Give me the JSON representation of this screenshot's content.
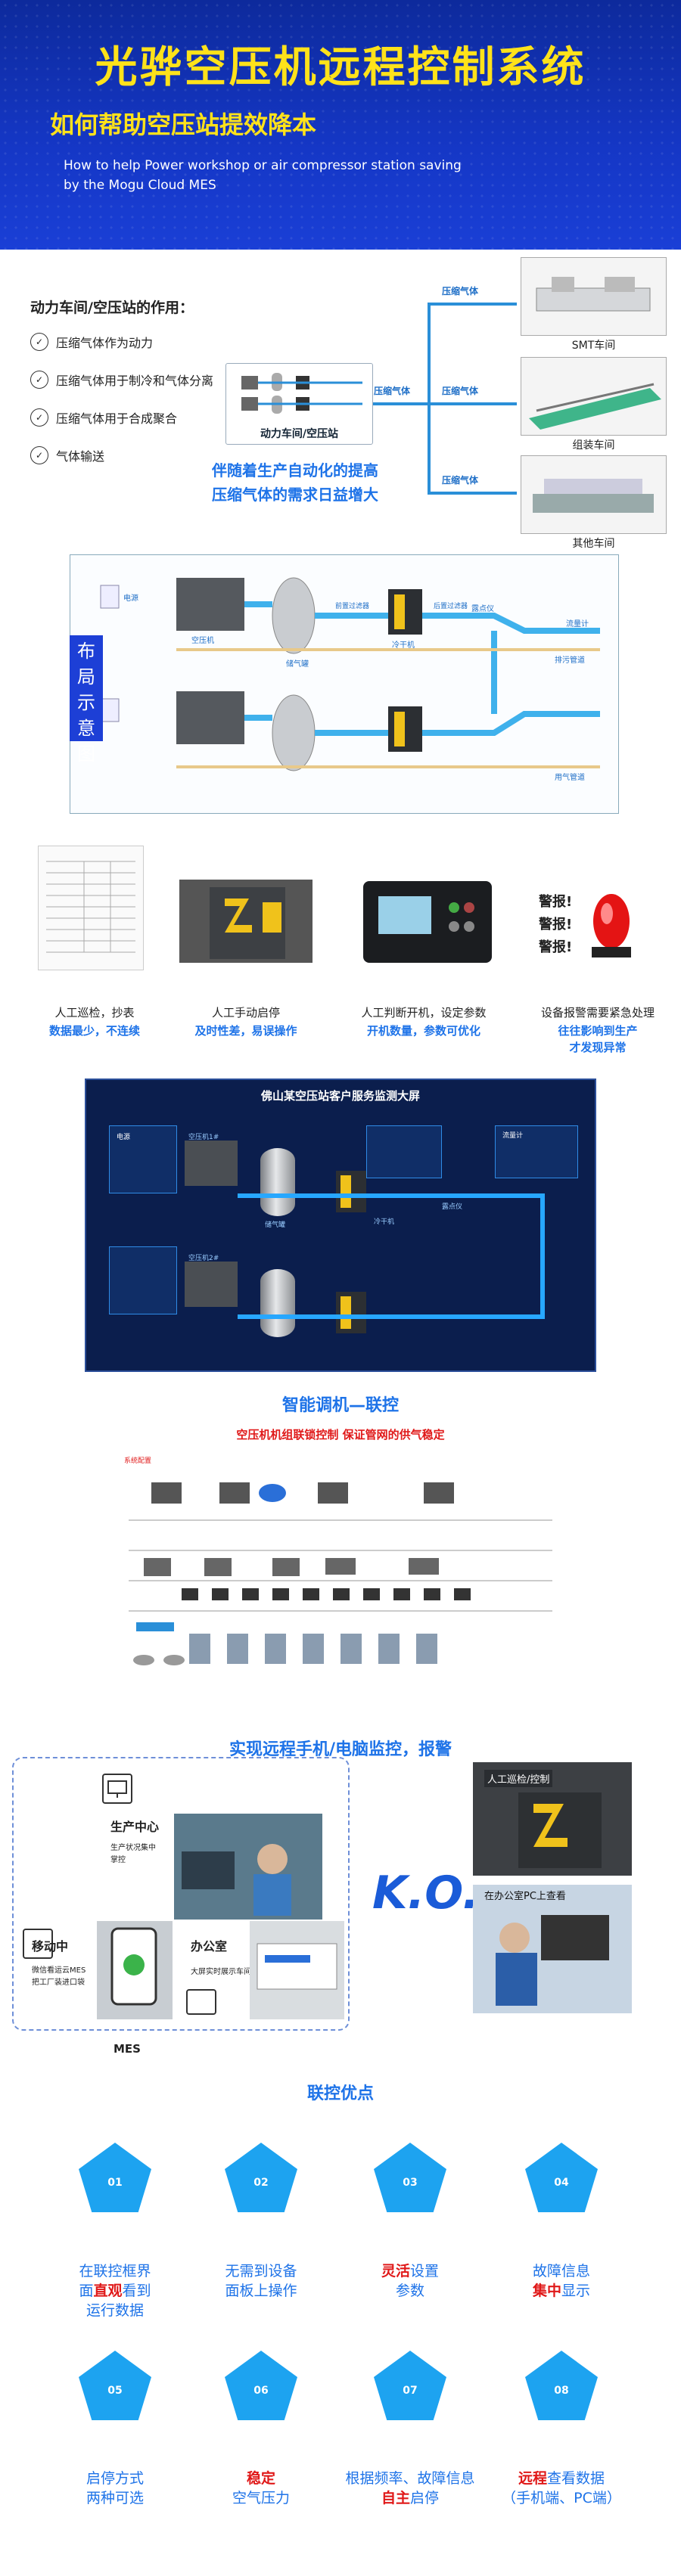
{
  "hero": {
    "title": "光骅空压机远程控制系统",
    "subtitle": "如何帮助空压站提效降本",
    "en_line1": "How to help Power workshop or air compressor station saving",
    "en_line2": "by the Mogu Cloud  MES"
  },
  "roles": {
    "title": "动力车间/空压站的作用：",
    "items": [
      "压缩气体作为动力",
      "压缩气体用于制冷和气体分离",
      "压缩气体用于合成聚合",
      "气体输送"
    ],
    "station_label": "动力车间/空压站",
    "pipe_label": "压缩气体",
    "workshops": [
      "SMT车间",
      "组装车间",
      "其他车间"
    ],
    "note_line1": "伴随着生产自动化的提高",
    "note_line2": "压缩气体的需求日益增大"
  },
  "layout": {
    "tag": "布局示意图",
    "labels": [
      "电源",
      "空压机",
      "储气罐",
      "冷干机",
      "露点仪",
      "流量计",
      "排污管道",
      "用气管道",
      "前置过滤器",
      "后置过滤器"
    ]
  },
  "manual": [
    {
      "top": "人工巡检，抄表",
      "bottom": "数据最少，不连续"
    },
    {
      "top": "人工手动启停",
      "bottom": "及时性差，易误操作"
    },
    {
      "top": "人工判断开机，设定参数",
      "bottom": "开机数量，参数可优化"
    },
    {
      "top": "设备报警需要紧急处理",
      "bottom1": "往往影响到生产",
      "bottom2": "才发现异常"
    }
  ],
  "alarm_text": [
    "警报!",
    "警报!",
    "警报!"
  ],
  "monitor": {
    "title": "佛山某空压站客户服务监测大屏",
    "labels": [
      "电源",
      "空压机1#",
      "空压机2#",
      "储气罐",
      "冷干机",
      "露点仪",
      "流量计"
    ]
  },
  "linkage": {
    "title": "智能调机—联控",
    "subtitle": "空压机机组联锁控制   保证管网的供气稳定",
    "corner": "系统配置"
  },
  "remote": {
    "title": "实现远程手机/电脑监控，报警",
    "prod_center": "生产中心",
    "prod_desc1": "生产状况集中",
    "prod_desc2": "掌控",
    "mobile": "移动中",
    "mobile_desc1": "微信看运云MES",
    "mobile_desc2": "把工厂装进口袋",
    "office": "办公室",
    "office_desc": "大屏实时展示车间",
    "mes": "MES",
    "ko": "K.O.",
    "right_top": "人工巡检/控制",
    "right_bottom": "在办公室PC上查看"
  },
  "adv": {
    "title": "联控优点",
    "items": [
      {
        "num": "01",
        "l1a": "在联控框界",
        "l2a": "面",
        "l2b": "直观",
        "l2c": "看到",
        "l3a": "运行数据"
      },
      {
        "num": "02",
        "l1a": "无需到设备",
        "l2a": "面板上操作"
      },
      {
        "num": "03",
        "l1b": "灵活",
        "l1c": "设置",
        "l2a": "参数"
      },
      {
        "num": "04",
        "l1a": "故障信息",
        "l2b": "集中",
        "l2c": "显示"
      },
      {
        "num": "05",
        "l1a": "启停方式",
        "l2a": "两种可选"
      },
      {
        "num": "06",
        "l1b": "稳定",
        "l2a": "空气压力"
      },
      {
        "num": "07",
        "l1a": "根据频率、故障信息",
        "l2b": "自主",
        "l2c": "启停"
      },
      {
        "num": "08",
        "l1b": "远程",
        "l1c": "查看数据",
        "l2a": "（手机端、PC端）"
      }
    ]
  }
}
